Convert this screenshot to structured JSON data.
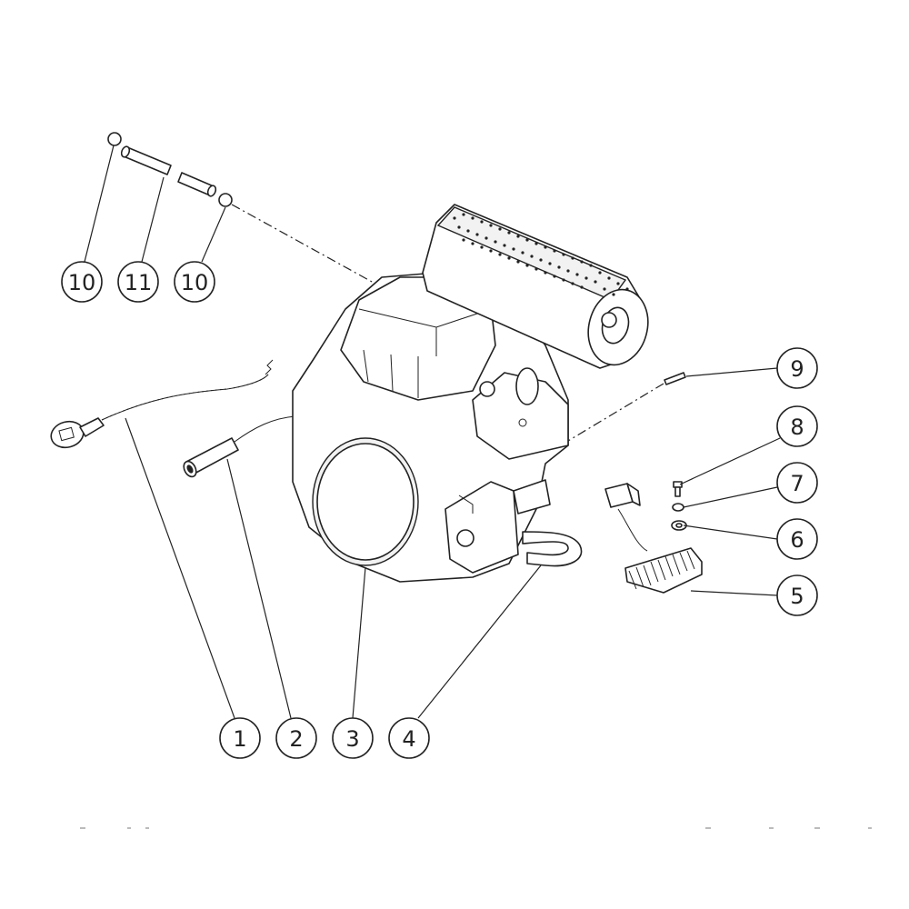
{
  "callouts": {
    "c1": "1",
    "c2": "2",
    "c3": "3",
    "c4": "4",
    "c5": "5",
    "c6": "6",
    "c7": "7",
    "c8": "8",
    "c9": "9",
    "c10a": "10",
    "c11": "11",
    "c10b": "10"
  },
  "parts": [
    {
      "id": "1",
      "icon": "choke-cable"
    },
    {
      "id": "2",
      "icon": "connector-plug"
    },
    {
      "id": "3",
      "icon": "engine"
    },
    {
      "id": "4",
      "icon": "hose"
    },
    {
      "id": "5",
      "icon": "voltage-regulator"
    },
    {
      "id": "6",
      "icon": "washer"
    },
    {
      "id": "7",
      "icon": "lock-washer"
    },
    {
      "id": "8",
      "icon": "screw"
    },
    {
      "id": "9",
      "icon": "pin"
    },
    {
      "id": "10",
      "icon": "hose-clamp"
    },
    {
      "id": "11",
      "icon": "fuel-line"
    }
  ]
}
